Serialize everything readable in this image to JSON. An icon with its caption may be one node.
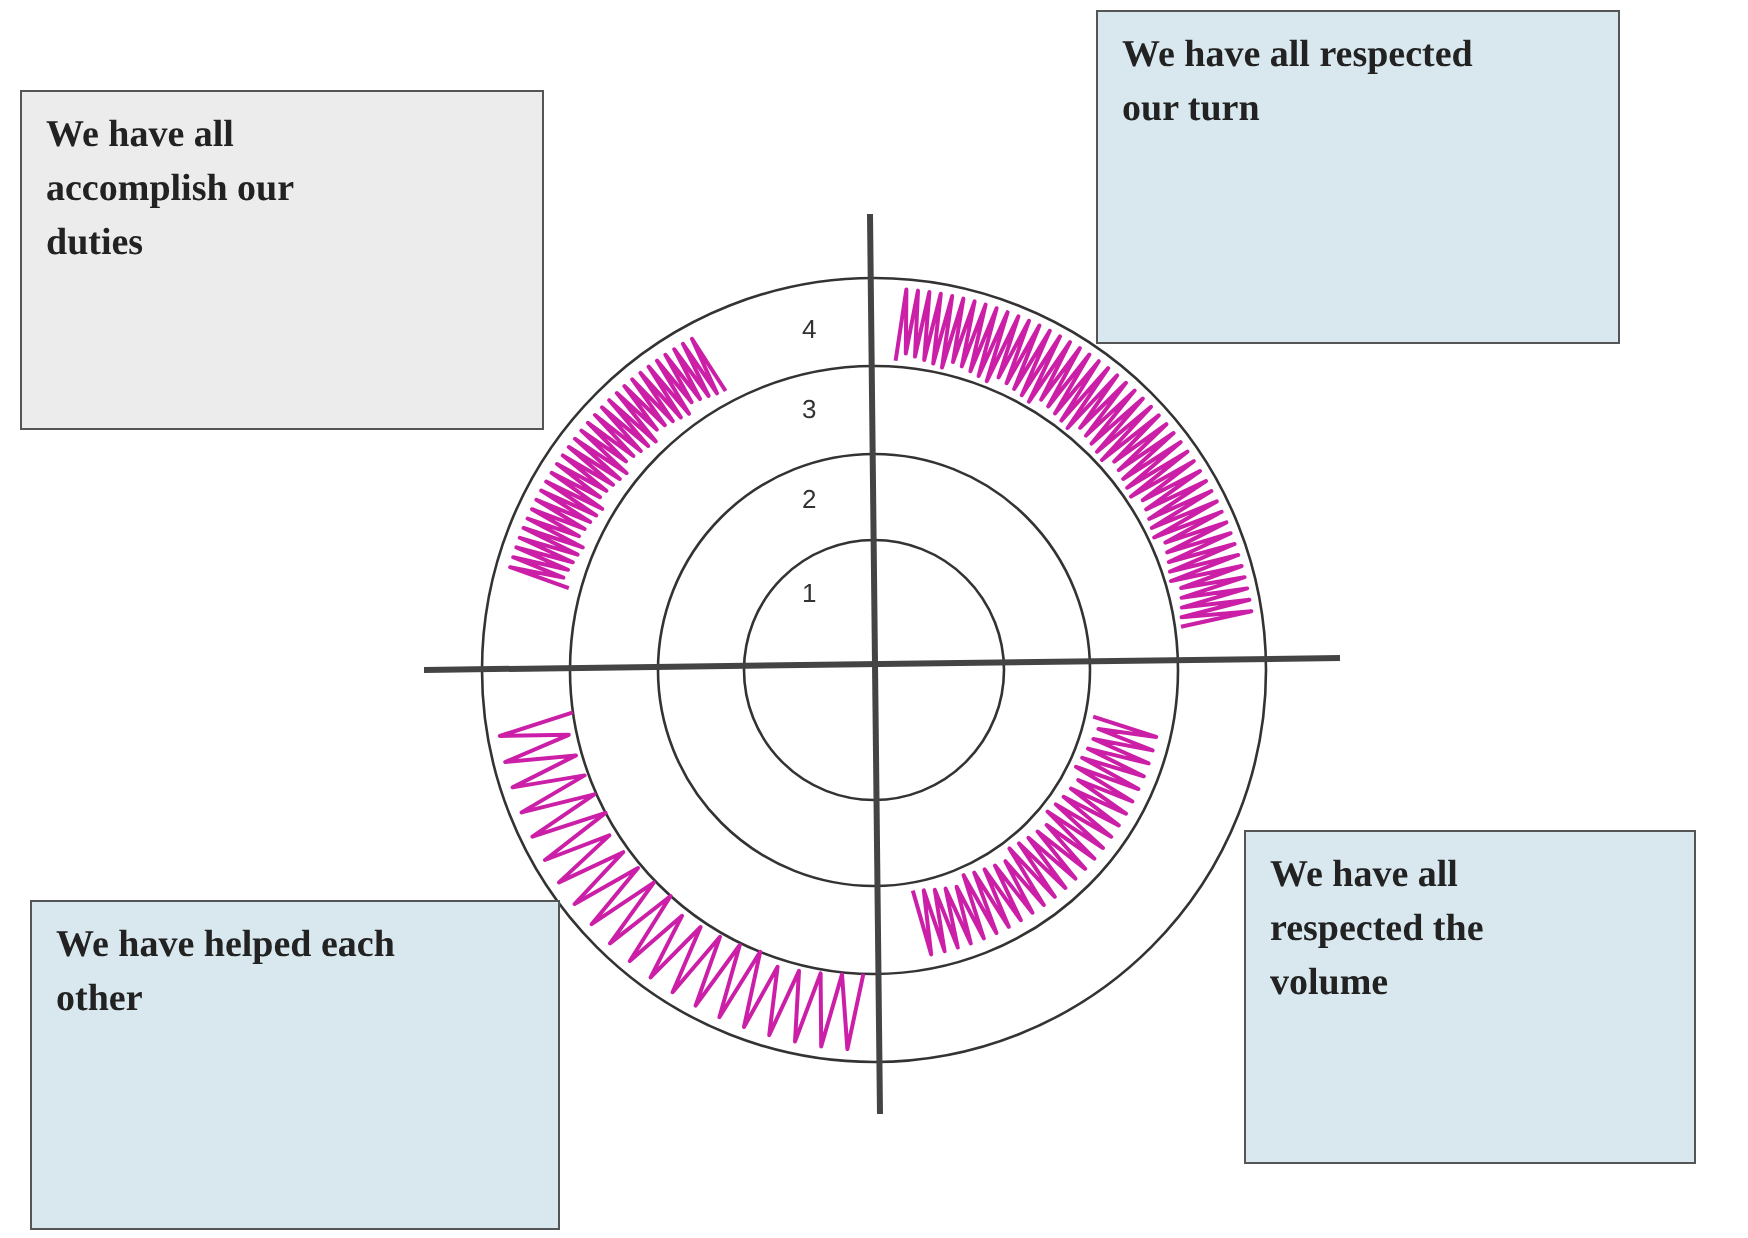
{
  "diagram": {
    "nodes": [
      {
        "text": [
          "We have all accomplish our duties"
        ]
      },
      {
        "text": [
          "We have all respected our turn"
        ]
      },
      {
        "text": [
          "We have helped each other"
        ]
      },
      {
        "text": [
          "We have all respected the volume"
        ]
      }
    ],
    "labels": [
      "4",
      "3",
      "2",
      "1"
    ]
  }
}
